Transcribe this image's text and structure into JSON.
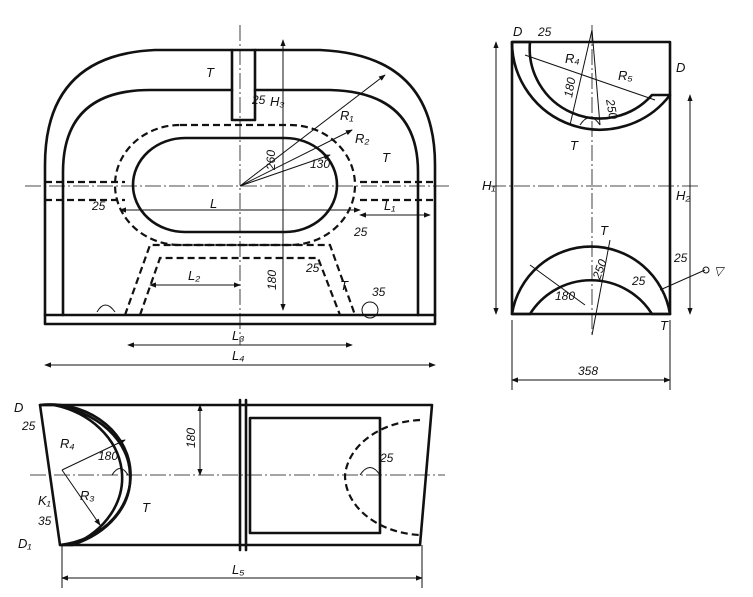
{
  "views": {
    "front": {
      "labels": {
        "T": "T",
        "H3": "H₃",
        "R1": "R₁",
        "R2": "R₂",
        "d260": "260",
        "d130": "130",
        "L": "L",
        "L1": "L₁",
        "T2": "T",
        "d25a": "25",
        "d25b": "25",
        "d25c": "25",
        "L2": "L₂",
        "d180": "180",
        "d25d": "25",
        "T3": "T",
        "d35": "35",
        "L3": "L₃",
        "L4": "L₄"
      }
    },
    "side": {
      "labels": {
        "D": "D",
        "d25a": "25",
        "R4": "R₄",
        "R5": "R₅",
        "D2": "D",
        "d180": "180",
        "d250": "250",
        "T": "T",
        "H1": "H₁",
        "H2": "H₂",
        "T2": "T",
        "d180b": "180",
        "d250b": "250",
        "d25b": "25",
        "d25c": "25",
        "finish": "▽",
        "T3": "T",
        "width": "358"
      }
    },
    "top": {
      "labels": {
        "D": "D",
        "d25a": "25",
        "R4": "R₄",
        "d180": "180",
        "d180b": "180",
        "R3": "R₃",
        "K1": "K₁",
        "d35": "35",
        "T": "T",
        "D1": "D₁",
        "d25b": "25",
        "L5": "L₅"
      }
    }
  }
}
